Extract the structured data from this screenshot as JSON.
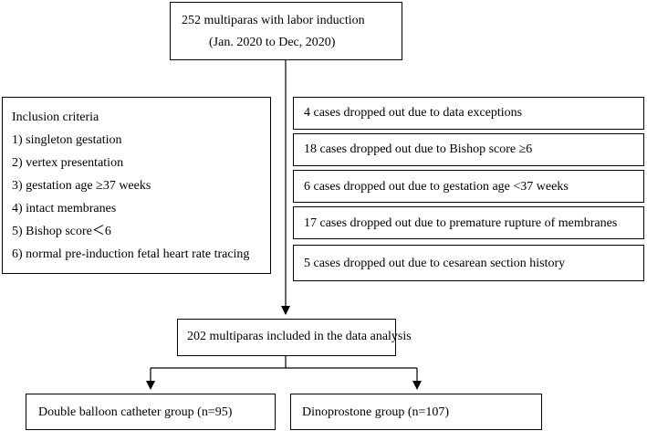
{
  "top_box": {
    "line1": "252 multiparas with labor induction",
    "line2": "(Jan. 2020 to Dec, 2020)"
  },
  "inclusion": {
    "title": "Inclusion criteria",
    "items": [
      "1) singleton gestation",
      "2) vertex presentation",
      "3) gestation age ≥37 weeks",
      "4) intact membranes",
      "5) Bishop score＜6",
      "6) normal pre-induction fetal heart rate tracing"
    ]
  },
  "exclusions": [
    "4 cases dropped out due to data exceptions",
    "18 cases dropped out due to Bishop score ≥6",
    "6 cases dropped out due to gestation age <37 weeks",
    "17 cases dropped out due to premature rupture of membranes",
    "5 cases dropped out due to cesarean section history"
  ],
  "analysis_box": "202 multiparas included in the data analysis",
  "groups": [
    "Double balloon catheter group (n=95)",
    "Dinoprostone group (n=107)"
  ]
}
